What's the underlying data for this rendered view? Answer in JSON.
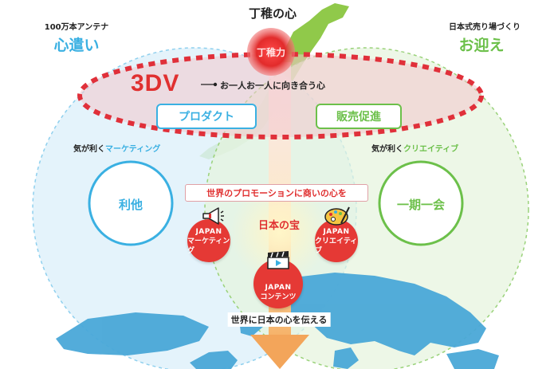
{
  "top": {
    "title": "丁稚の心",
    "logo_text": "丁稚力"
  },
  "left": {
    "subtitle": "100万本アンテナ",
    "heading": "心遣い",
    "tagline_prefix": "気が利く",
    "tagline_highlight": "マーケティング",
    "circle_label": "利他"
  },
  "right": {
    "subtitle": "日本式売り場づくり",
    "heading": "お迎え",
    "tagline_prefix": "気が利く",
    "tagline_highlight": "クリエイティブ",
    "circle_label": "一期一会"
  },
  "band": {
    "brand": "3DV",
    "caption": "お一人お一人に向き合う心",
    "product_label": "プロダクト",
    "sales_label": "販売促進"
  },
  "center": {
    "promo_text": "世界のプロモーションに商いの心を",
    "treasure_label": "日本の宝",
    "bottom_text": "世界に日本の心を伝える"
  },
  "nodes": [
    {
      "en": "JAPAN",
      "jp": "マーケティング",
      "icon": "megaphone-icon"
    },
    {
      "en": "JAPAN",
      "jp": "クリエイティブ",
      "icon": "palette-icon"
    },
    {
      "en": "JAPAN",
      "jp": "コンテンツ",
      "icon": "clapperboard-icon"
    }
  ],
  "colors": {
    "left_blue": "#3ab0e2",
    "right_green": "#6cc04a",
    "red": "#e03030",
    "dark": "#222222"
  }
}
